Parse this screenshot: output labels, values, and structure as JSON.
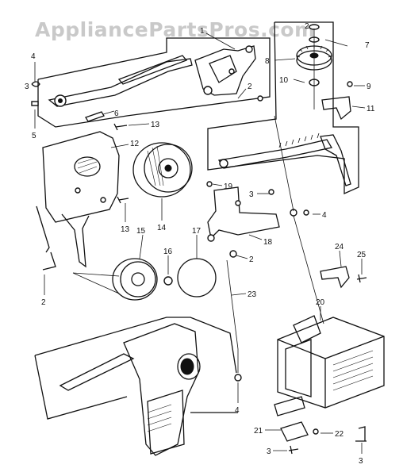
{
  "watermark": "AppliancePartsPros.com",
  "callouts": {
    "c4a": "4",
    "c1": "1",
    "c2a": "2",
    "c2b": "2",
    "c7": "7",
    "c8": "8",
    "c10": "10",
    "c9": "9",
    "c11": "11",
    "c3a": "3",
    "c6": "6",
    "c5": "5",
    "c13a": "13",
    "c12": "12",
    "c14": "14",
    "c13b": "13",
    "c19": "19",
    "c3b": "3",
    "c4b": "4",
    "c18": "18",
    "c2c": "2",
    "c15": "15",
    "c16": "16",
    "c17": "17",
    "c2d": "2",
    "c23": "23",
    "c24": "24",
    "c25": "25",
    "c20": "20",
    "c4c": "4",
    "c21": "21",
    "c22": "22",
    "c3c": "3",
    "c3d": "3"
  }
}
